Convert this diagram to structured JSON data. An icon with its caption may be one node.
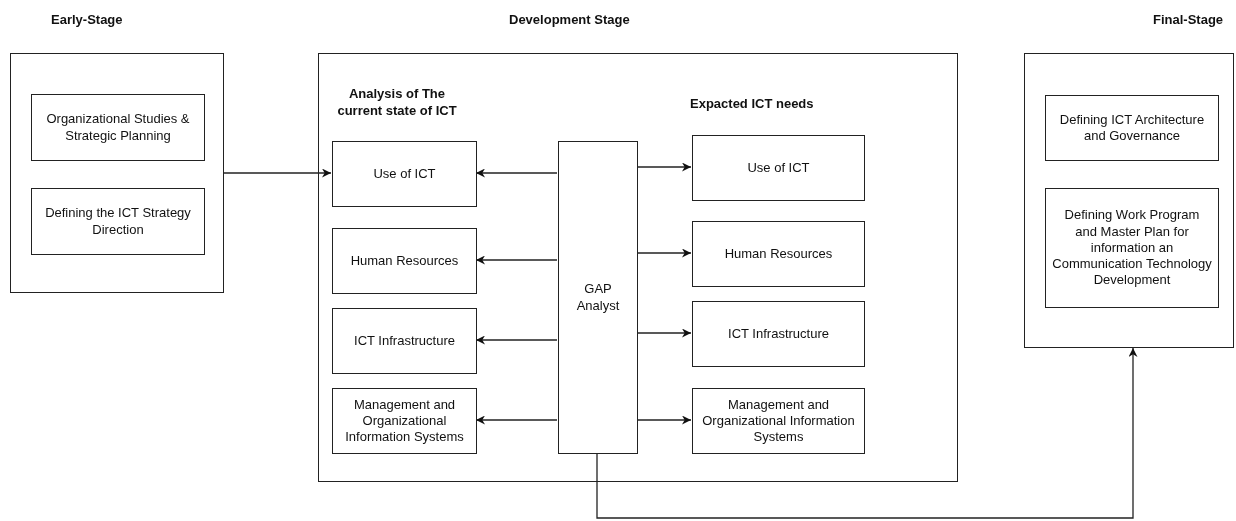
{
  "diagram": {
    "nodes": [
      {
        "text": [
          "Early-Stage"
        ]
      },
      {
        "text": [
          "Organizational Studies & Strategic Planning"
        ],
        "in": 0
      },
      {
        "text": [
          "Defining the ICT Strategy Direction"
        ],
        "in": 0
      },
      {
        "text": [
          "Development Stage"
        ]
      },
      {
        "text": [
          "Use of ICT"
        ],
        "in": 3
      },
      {
        "text": [
          "Human Resources"
        ],
        "in": 3
      },
      {
        "text": [
          "ICT Infrastructure"
        ],
        "in": 3
      },
      {
        "text": [
          "Management and Organizational Information Systems"
        ],
        "in": 3
      },
      {
        "text": [
          "GAP Analyst"
        ],
        "in": 3
      },
      {
        "text": [
          "Use of ICT"
        ],
        "in": 3
      },
      {
        "text": [
          "Human Resources"
        ],
        "in": 3
      },
      {
        "text": [
          "ICT Infrastructure"
        ],
        "in": 3
      },
      {
        "text": [
          "Management and Organizational Information Systems"
        ],
        "in": 3
      },
      {
        "text": [
          "Final-Stage"
        ]
      },
      {
        "text": [
          "Defining ICT Architecture and Governance"
        ],
        "in": 13
      },
      {
        "text": [
          "Defining Work Program and Master Plan for information an Communication Technology Development"
        ],
        "in": 13
      }
    ],
    "edges": [
      {
        "from": 0,
        "to": 4,
        "arrow": "to"
      },
      {
        "from": 8,
        "to": 4,
        "arrow": "to"
      },
      {
        "from": 8,
        "to": 5,
        "arrow": "to"
      },
      {
        "from": 8,
        "to": 6,
        "arrow": "to"
      },
      {
        "from": 8,
        "to": 7,
        "arrow": "to"
      },
      {
        "from": 8,
        "to": 9,
        "arrow": "to"
      },
      {
        "from": 8,
        "to": 10,
        "arrow": "to"
      },
      {
        "from": 8,
        "to": 11,
        "arrow": "to"
      },
      {
        "from": 8,
        "to": 12,
        "arrow": "to"
      },
      {
        "from": 8,
        "to": 13,
        "arrow": "to"
      }
    ],
    "labels": [
      "Analysis of The current state of ICT",
      "Expacted ICT needs"
    ]
  }
}
